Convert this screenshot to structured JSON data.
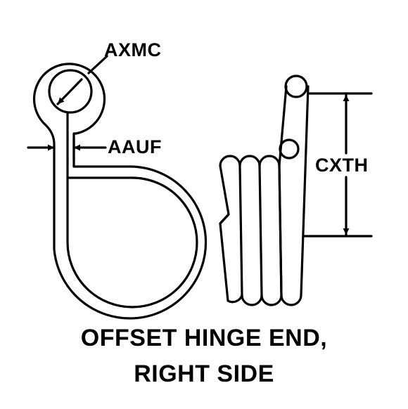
{
  "labels": {
    "eye_diameter": "AXMC",
    "wire_gap": "AAUF",
    "coil_length": "CXTH"
  },
  "caption": {
    "line1": "OFFSET HINGE END,",
    "line2": "RIGHT SIDE"
  },
  "colors": {
    "ink": "#000000",
    "background": "#ffffff"
  }
}
